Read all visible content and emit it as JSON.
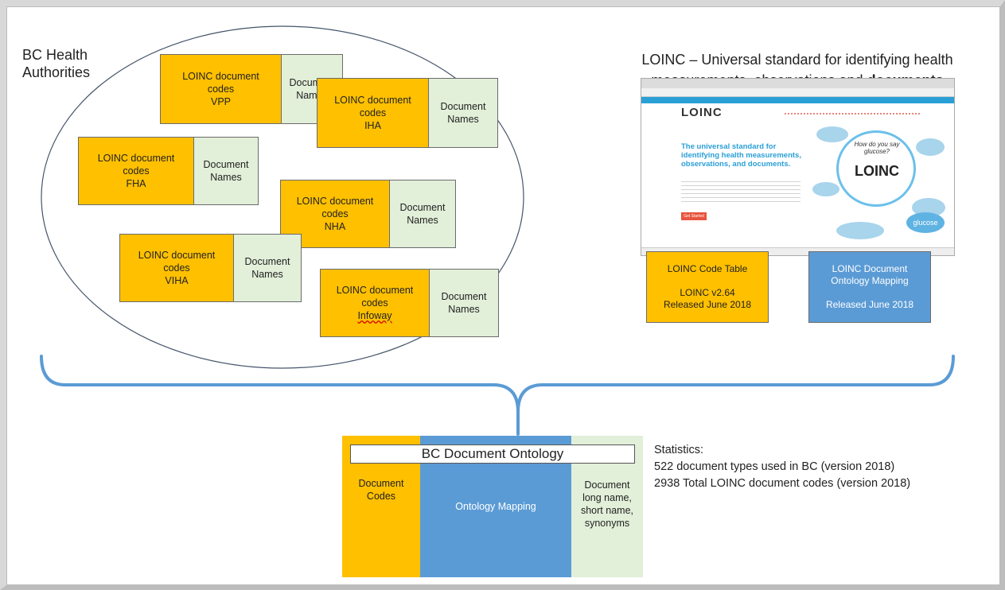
{
  "left_group_label": "BC Health\nAuthorities",
  "authorities": [
    {
      "codes": "LOINC document\ncodes\nVPP",
      "names": "Document\nNames"
    },
    {
      "codes": "LOINC document\ncodes\nIHA",
      "names": "Document\nNames"
    },
    {
      "codes": "LOINC document\ncodes\nFHA",
      "names": "Document\nNames"
    },
    {
      "codes": "LOINC document\ncodes\nNHA",
      "names": "Document\nNames"
    },
    {
      "codes": "LOINC document\ncodes\nVIHA",
      "names": "Document\nNames"
    },
    {
      "codes_main": "LOINC document\ncodes",
      "codes_last": "Infoway",
      "names": "Document\nNames"
    }
  ],
  "loinc_heading_prefix": "LOINC – Universal standard for identifying health\nmeasurements, observations and ",
  "loinc_heading_bold": "documents",
  "loinc_screenshot": {
    "logo": "LOINC",
    "hero_text": "The universal standard for identifying health measurements, observations, and documents.",
    "bubble_text": "How do you say glucose?",
    "bubble_logo": "LOINC",
    "button": "Get Started",
    "bubble_word": "glucose"
  },
  "code_table_box": "LOINC Code Table\n\nLOINC v2.64\nReleased June 2018",
  "ontology_mapping_box": "LOINC Document\nOntology Mapping\n\nReleased June 2018",
  "bc_ontology": {
    "title": "BC Document Ontology",
    "left": "Document\nCodes",
    "middle": "Ontology Mapping",
    "right": "Document\nlong name,\nshort name,\nsynonyms"
  },
  "statistics": {
    "heading": "Statistics:",
    "line1": "522 document types used in BC (version 2018)",
    "line2": "2938 Total LOINC document codes (version 2018)"
  },
  "colors": {
    "orange": "#ffc000",
    "green": "#e2efd9",
    "blue": "#5b9bd5",
    "bracket": "#5b9bd5"
  }
}
